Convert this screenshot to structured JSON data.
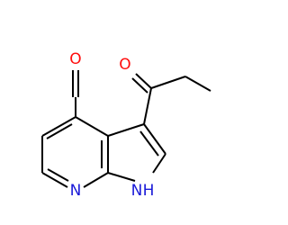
{
  "colors": {
    "bond": "#000000",
    "oxygen": "#ff0d0d",
    "nitrogen": "#1a1ad8",
    "background": "#ffffff"
  },
  "atoms": {
    "o_aldehyde": "O",
    "o_acetyl": "O",
    "n_pyridine": "N",
    "n_pyrrole": "N",
    "h_pyrrole": "H"
  }
}
